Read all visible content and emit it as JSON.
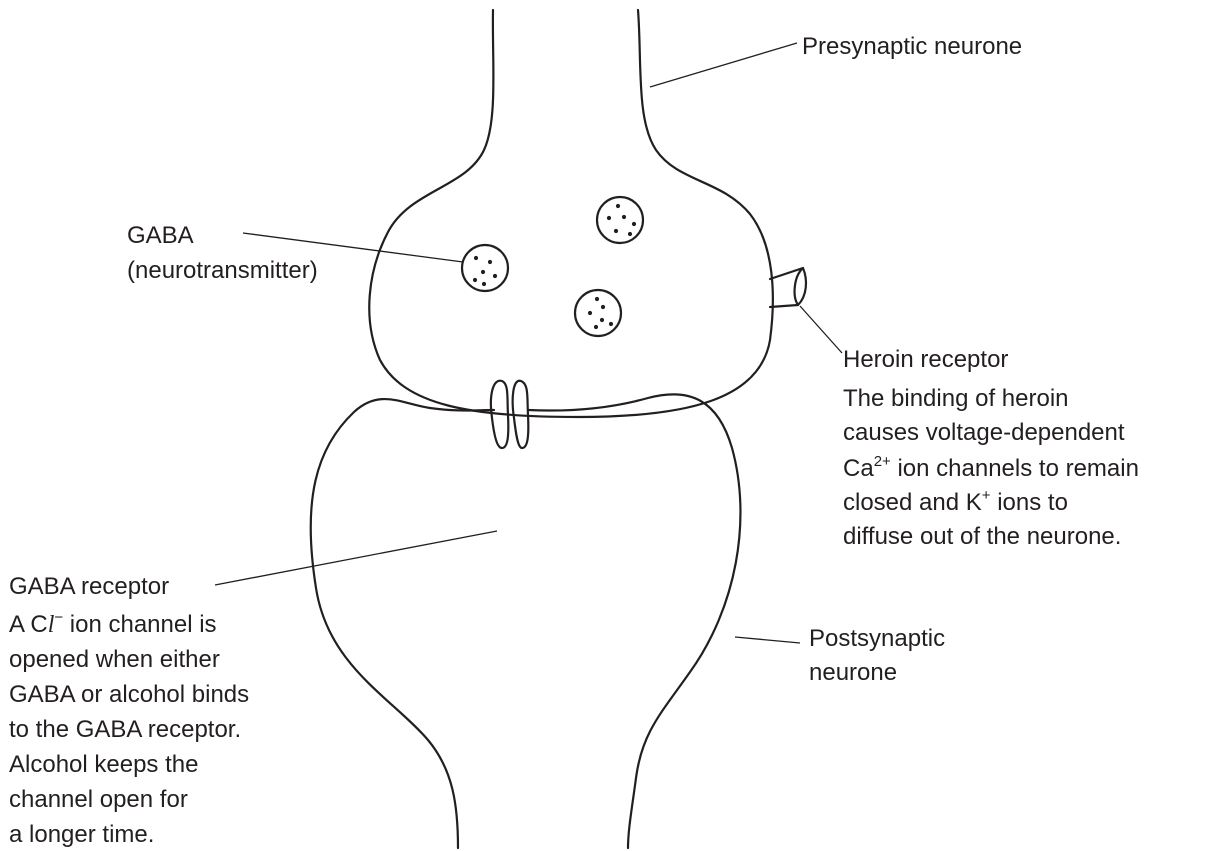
{
  "labels": {
    "presynaptic": "Presynaptic neurone",
    "gaba_line1": "GABA",
    "gaba_line2": "(neurotransmitter)",
    "heroin_receptor": "Heroin receptor",
    "heroin_desc": [
      "The binding of heroin",
      "causes voltage-dependent",
      "Ca",
      "2+",
      " ion channels to remain",
      "closed and K",
      "+",
      " ions to",
      "diffuse out of the neurone."
    ],
    "gaba_receptor": "GABA receptor",
    "gaba_receptor_desc": [
      "A C",
      "l",
      "−",
      " ion channel is",
      "opened when either",
      "GABA or alcohol binds",
      "to the GABA receptor.",
      "Alcohol keeps the",
      "channel open for",
      "a longer time."
    ],
    "postsynaptic_line1": "Postsynaptic",
    "postsynaptic_line2": "neurone"
  }
}
